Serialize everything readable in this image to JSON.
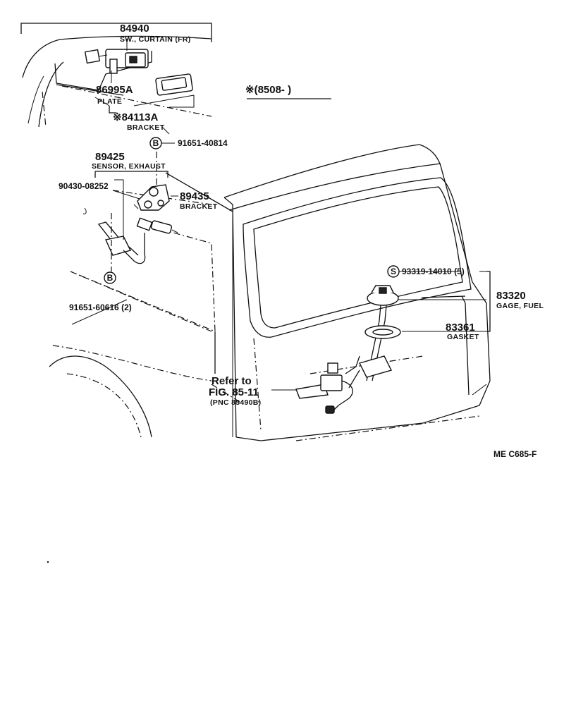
{
  "notes": {
    "serial_note": "※(8508-        )",
    "figure_code": "ME  C685-F"
  },
  "parts": [
    {
      "pn": "84940",
      "name": "SW., CURTAIN (FR)"
    },
    {
      "pn": "86995A",
      "name": "PLATE"
    },
    {
      "pn": "※84113A",
      "name": "BRACKET"
    },
    {
      "pn": "91651-40814",
      "name": "",
      "marker": "B"
    },
    {
      "pn": "89425",
      "name": "SENSOR, EXHAUST"
    },
    {
      "pn": "90430-08252",
      "name": ""
    },
    {
      "pn": "89435",
      "name": "BRACKET"
    },
    {
      "pn": "91651-60616 (2)",
      "name": "",
      "marker": "B"
    },
    {
      "pn": "93319-14010 (5)",
      "name": "",
      "marker": "S"
    },
    {
      "pn": "83320",
      "name": "GAGE, FUEL"
    },
    {
      "pn": "83361",
      "name": "GASKET"
    }
  ],
  "reference": {
    "line1": "Refer to",
    "line2": "FIG. 85-11",
    "line3": "(PNC 85490B)"
  }
}
